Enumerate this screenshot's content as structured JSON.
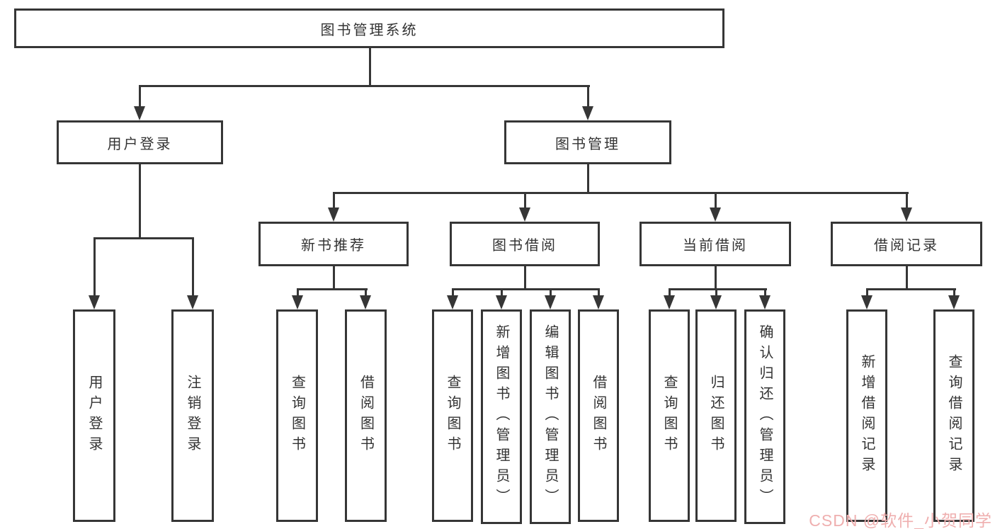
{
  "tree": {
    "label": "图书管理系统",
    "children": [
      {
        "label": "用户登录",
        "children": [
          {
            "label": "用户登录"
          },
          {
            "label": "注销登录"
          }
        ]
      },
      {
        "label": "图书管理",
        "children": [
          {
            "label": "新书推荐",
            "children": [
              {
                "label": "查询图书"
              },
              {
                "label": "借阅图书"
              }
            ]
          },
          {
            "label": "图书借阅",
            "children": [
              {
                "label": "查询图书"
              },
              {
                "label": "新增图书（管理员）"
              },
              {
                "label": "编辑图书（管理员）"
              },
              {
                "label": "借阅图书"
              }
            ]
          },
          {
            "label": "当前借阅",
            "children": [
              {
                "label": "查询图书"
              },
              {
                "label": "归还图书"
              },
              {
                "label": "确认归还（管理员）"
              }
            ]
          },
          {
            "label": "借阅记录",
            "children": [
              {
                "label": "新增借阅记录"
              },
              {
                "label": "查询借阅记录"
              }
            ]
          }
        ]
      }
    ]
  },
  "watermark": {
    "text": "CSDN @软件_小贺同学"
  },
  "colors": {
    "line": "#363636",
    "text": "#333333",
    "background": "#ffffff",
    "watermark": "#efafaf"
  }
}
